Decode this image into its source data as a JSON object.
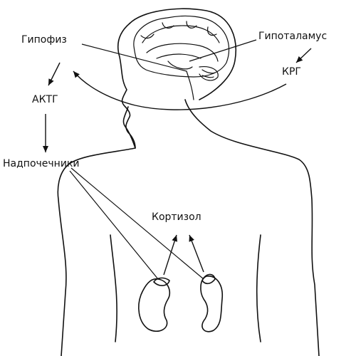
{
  "labels": {
    "pituitary": "Гипофиз",
    "hypothalamus": "Гипоталамус",
    "crh": "КРГ",
    "acth": "АКТГ",
    "adrenals": "Надпочечники",
    "cortisol": "Кортизол"
  },
  "colors": {
    "stroke": "#111111",
    "background": "#ffffff"
  }
}
